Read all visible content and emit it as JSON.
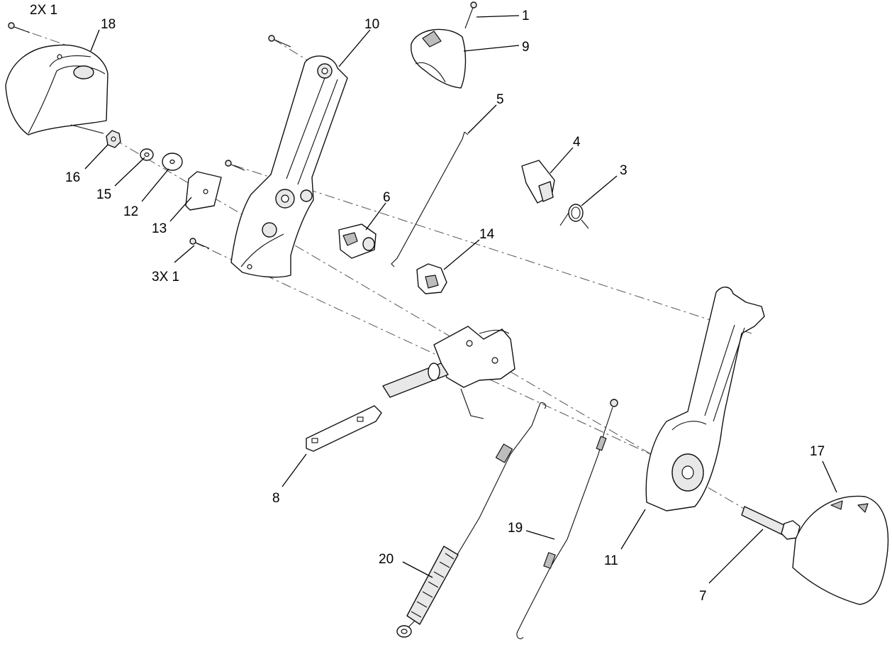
{
  "diagram": {
    "callouts": [
      {
        "id": "c-2x1",
        "text": "2X 1"
      },
      {
        "id": "c-18",
        "text": "18"
      },
      {
        "id": "c-10",
        "text": "10"
      },
      {
        "id": "c-1",
        "text": "1"
      },
      {
        "id": "c-9",
        "text": "9"
      },
      {
        "id": "c-5",
        "text": "5"
      },
      {
        "id": "c-4",
        "text": "4"
      },
      {
        "id": "c-3",
        "text": "3"
      },
      {
        "id": "c-16",
        "text": "16"
      },
      {
        "id": "c-15",
        "text": "15"
      },
      {
        "id": "c-12",
        "text": "12"
      },
      {
        "id": "c-13",
        "text": "13"
      },
      {
        "id": "c-6",
        "text": "6"
      },
      {
        "id": "c-14",
        "text": "14"
      },
      {
        "id": "c-3x1",
        "text": "3X 1"
      },
      {
        "id": "c-8",
        "text": "8"
      },
      {
        "id": "c-20",
        "text": "20"
      },
      {
        "id": "c-19",
        "text": "19"
      },
      {
        "id": "c-11",
        "text": "11"
      },
      {
        "id": "c-17",
        "text": "17"
      },
      {
        "id": "c-7",
        "text": "7"
      }
    ]
  }
}
